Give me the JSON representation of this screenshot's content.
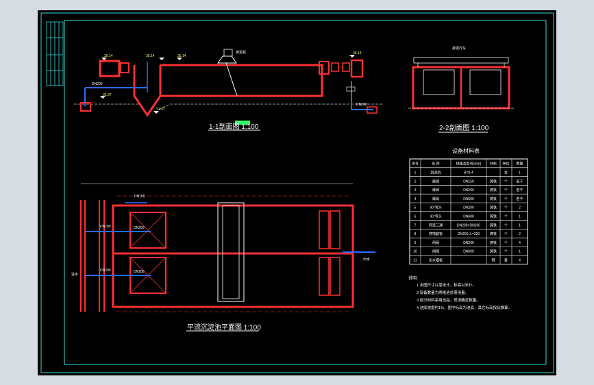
{
  "section1": {
    "title": "1-1剖面图 1:100"
  },
  "section2": {
    "title": "2-2剖面图 1:100"
  },
  "plan": {
    "title": "平流沉淀池平面图 1:100"
  },
  "labels": {
    "s1_l1": "35.14",
    "s1_l2": "35.14",
    "s1_l3": "35.14",
    "s1_l4": "35.14",
    "s1_l5": "DN200",
    "s1_l6": "35.37",
    "s1_l7": "DN200",
    "s1_l8": "31.37",
    "s1_l9": "排泥机",
    "s2_l1": "排泥行车",
    "plan_l1": "DN150",
    "plan_l2": "DN200",
    "plan_l3": "DN200",
    "plan_l4": "DN200",
    "plan_l5": "DN200",
    "plan_l6": "进水",
    "plan_l7": "出水"
  },
  "table": {
    "title": "设备材料表",
    "headers": [
      "序号",
      "名 称",
      "规格及型号(mm)",
      "材料",
      "单位",
      "数量"
    ],
    "rows": [
      [
        "1",
        "刮泥机",
        "B=8.4",
        "",
        "台",
        "1"
      ],
      [
        "2",
        "蝶阀",
        "DN150",
        "铸铁",
        "个",
        "若干"
      ],
      [
        "3",
        "蝶阀",
        "DN200",
        "铸铁",
        "个",
        "若干"
      ],
      [
        "4",
        "蝶阀",
        "DN600",
        "铸铁",
        "个",
        "若干"
      ],
      [
        "5",
        "90°弯头",
        "DN200",
        "铸铁",
        "个",
        "2"
      ],
      [
        "6",
        "90°弯头",
        "DN600",
        "铸铁",
        "个",
        "1"
      ],
      [
        "7",
        "同径三通",
        "DN200×DN200",
        "铸铁",
        "个",
        "1"
      ],
      [
        "8",
        "穿墙套管",
        "DN200, L=200",
        "铸铁",
        "个",
        "2"
      ],
      [
        "9",
        "闸阀",
        "DN200",
        "铸铁",
        "个",
        "4"
      ],
      [
        "10",
        "闸阀",
        "DN600",
        "铸铁",
        "个",
        "1"
      ],
      [
        "11",
        "出水堰板",
        "",
        "钢",
        "套",
        "4"
      ]
    ]
  },
  "notes": {
    "title": "说明:",
    "items": [
      "1.本图尺寸以毫米计，标高以米计。",
      "2.设备数量为两格池总需用量。",
      "3.部分材料采用成品，现场确定数量。",
      "4.池底坡度约1%，图中标高为池底，其它标高按此推算。"
    ]
  },
  "colors": {
    "background": "#000000",
    "frame": "#33dddd",
    "structure": "#ff3030",
    "pipe": "#2a6cff",
    "text": "#ffffff",
    "highlight": "#33ff66"
  }
}
